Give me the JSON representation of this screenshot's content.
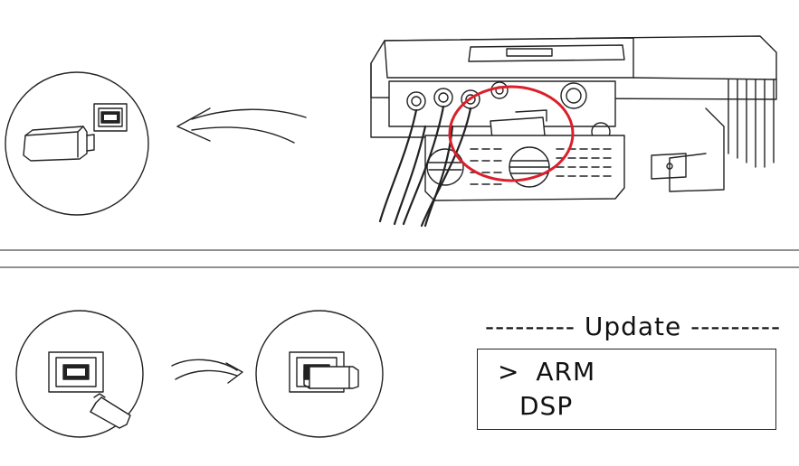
{
  "update_menu": {
    "title": "--------- Update ---------",
    "selector": ">",
    "items": [
      "ARM",
      "DSP"
    ]
  },
  "colors": {
    "line": "#222222",
    "highlight": "#d9202b",
    "background": "#ffffff"
  },
  "icons": [
    "usb-dongle-icon",
    "usb-port-icon",
    "curved-arrow-icon",
    "inverter-icon"
  ]
}
